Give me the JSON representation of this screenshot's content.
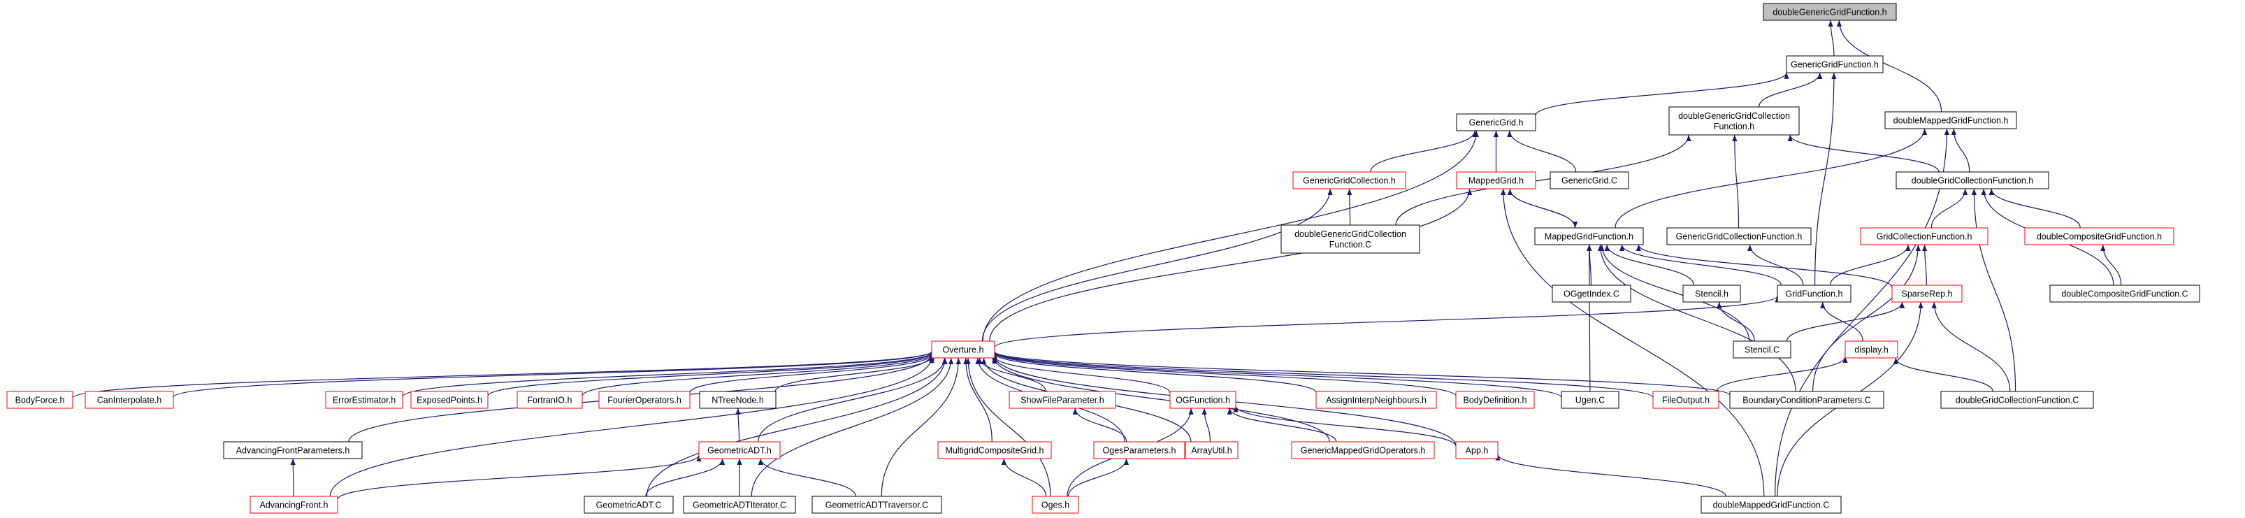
{
  "colors": {
    "edge": "#191970",
    "border_normal": "#000000",
    "border_truncated": "#ff0000",
    "fill_root": "#bfbfbf",
    "fill_normal": "#ffffff"
  },
  "nodes": [
    {
      "id": "root",
      "lines": [
        "doubleGenericGridFunction.h"
      ],
      "style": "root"
    },
    {
      "id": "ggf",
      "lines": [
        "GenericGridFunction.h"
      ],
      "style": "normal"
    },
    {
      "id": "dmgf",
      "lines": [
        "doubleMappedGridFunction.h"
      ],
      "style": "normal"
    },
    {
      "id": "gg",
      "lines": [
        "GenericGrid.h"
      ],
      "style": "normal"
    },
    {
      "id": "dggcf",
      "lines": [
        "doubleGenericGridCollection",
        "Function.h"
      ],
      "style": "normal"
    },
    {
      "id": "ggc",
      "lines": [
        "GenericGridCollection.h"
      ],
      "style": "truncated"
    },
    {
      "id": "mg",
      "lines": [
        "MappedGrid.h"
      ],
      "style": "truncated"
    },
    {
      "id": "ggC",
      "lines": [
        "GenericGrid.C"
      ],
      "style": "normal"
    },
    {
      "id": "dgcf",
      "lines": [
        "doubleGridCollectionFunction.h"
      ],
      "style": "normal"
    },
    {
      "id": "dggcfC",
      "lines": [
        "doubleGenericGridCollection",
        "Function.C"
      ],
      "style": "normal"
    },
    {
      "id": "mgf",
      "lines": [
        "MappedGridFunction.h"
      ],
      "style": "normal"
    },
    {
      "id": "gencf",
      "lines": [
        "GenericGridCollectionFunction.h"
      ],
      "style": "normal"
    },
    {
      "id": "gcf",
      "lines": [
        "GridCollectionFunction.h"
      ],
      "style": "truncated"
    },
    {
      "id": "dcgf",
      "lines": [
        "doubleCompositeGridFunction.h"
      ],
      "style": "truncated"
    },
    {
      "id": "ogi",
      "lines": [
        "OGgetIndex.C"
      ],
      "style": "normal"
    },
    {
      "id": "sth",
      "lines": [
        "Stencil.h"
      ],
      "style": "normal"
    },
    {
      "id": "gfh",
      "lines": [
        "GridFunction.h"
      ],
      "style": "normal"
    },
    {
      "id": "sr",
      "lines": [
        "SparseRep.h"
      ],
      "style": "truncated"
    },
    {
      "id": "dcgfC",
      "lines": [
        "doubleCompositeGridFunction.C"
      ],
      "style": "normal"
    },
    {
      "id": "stC",
      "lines": [
        "Stencil.C"
      ],
      "style": "normal"
    },
    {
      "id": "disp",
      "lines": [
        "display.h"
      ],
      "style": "truncated"
    },
    {
      "id": "ov",
      "lines": [
        "Overture.h"
      ],
      "style": "truncated"
    },
    {
      "id": "bf",
      "lines": [
        "BodyForce.h"
      ],
      "style": "truncated"
    },
    {
      "id": "ci",
      "lines": [
        "CanInterpolate.h"
      ],
      "style": "truncated"
    },
    {
      "id": "ee",
      "lines": [
        "ErrorEstimator.h"
      ],
      "style": "truncated"
    },
    {
      "id": "ep",
      "lines": [
        "ExposedPoints.h"
      ],
      "style": "truncated"
    },
    {
      "id": "fio",
      "lines": [
        "FortranIO.h"
      ],
      "style": "truncated"
    },
    {
      "id": "fo",
      "lines": [
        "FourierOperators.h"
      ],
      "style": "truncated"
    },
    {
      "id": "ntn",
      "lines": [
        "NTreeNode.h"
      ],
      "style": "normal"
    },
    {
      "id": "sfp",
      "lines": [
        "ShowFileParameter.h"
      ],
      "style": "truncated"
    },
    {
      "id": "ogf",
      "lines": [
        "OGFunction.h"
      ],
      "style": "truncated"
    },
    {
      "id": "ain",
      "lines": [
        "AssignInterpNeighbours.h"
      ],
      "style": "truncated"
    },
    {
      "id": "bd",
      "lines": [
        "BodyDefinition.h"
      ],
      "style": "truncated"
    },
    {
      "id": "ugC",
      "lines": [
        "Ugen.C"
      ],
      "style": "normal"
    },
    {
      "id": "fout",
      "lines": [
        "FileOutput.h"
      ],
      "style": "truncated"
    },
    {
      "id": "bcp",
      "lines": [
        "BoundaryConditionParameters.C"
      ],
      "style": "normal"
    },
    {
      "id": "dgcfC",
      "lines": [
        "doubleGridCollectionFunction.C"
      ],
      "style": "normal"
    },
    {
      "id": "afp",
      "lines": [
        "AdvancingFrontParameters.h"
      ],
      "style": "normal"
    },
    {
      "id": "gadt",
      "lines": [
        "GeometricADT.h"
      ],
      "style": "truncated"
    },
    {
      "id": "mcg",
      "lines": [
        "MultigridCompositeGrid.h"
      ],
      "style": "truncated"
    },
    {
      "id": "ogp",
      "lines": [
        "OgesParameters.h"
      ],
      "style": "truncated"
    },
    {
      "id": "au",
      "lines": [
        "ArrayUtil.h"
      ],
      "style": "truncated"
    },
    {
      "id": "gmgo",
      "lines": [
        "GenericMappedGridOperators.h"
      ],
      "style": "truncated"
    },
    {
      "id": "app",
      "lines": [
        "App.h"
      ],
      "style": "truncated"
    },
    {
      "id": "af",
      "lines": [
        "AdvancingFront.h"
      ],
      "style": "truncated"
    },
    {
      "id": "gadtC",
      "lines": [
        "GeometricADT.C"
      ],
      "style": "normal"
    },
    {
      "id": "gadti",
      "lines": [
        "GeometricADTIterator.C"
      ],
      "style": "normal"
    },
    {
      "id": "gadtt",
      "lines": [
        "GeometricADTTraversor.C"
      ],
      "style": "normal"
    },
    {
      "id": "oges",
      "lines": [
        "Oges.h"
      ],
      "style": "truncated"
    },
    {
      "id": "dmgfC",
      "lines": [
        "doubleMappedGridFunction.C"
      ],
      "style": "normal"
    }
  ],
  "edges": [
    [
      "ggf",
      "root"
    ],
    [
      "dmgf",
      "root"
    ],
    [
      "gg",
      "ggf"
    ],
    [
      "dggcf",
      "ggf"
    ],
    [
      "gfh",
      "ggf"
    ],
    [
      "mgf",
      "dmgf"
    ],
    [
      "dgcf",
      "dmgf"
    ],
    [
      "dmgfC",
      "dmgf"
    ],
    [
      "ggc",
      "gg"
    ],
    [
      "mg",
      "gg"
    ],
    [
      "ggC",
      "gg"
    ],
    [
      "ov",
      "gg"
    ],
    [
      "dggcfC",
      "dggcf"
    ],
    [
      "gencf",
      "dggcf"
    ],
    [
      "dgcf",
      "dggcf"
    ],
    [
      "dggcfC",
      "ggc"
    ],
    [
      "ov",
      "ggc"
    ],
    [
      "mgf",
      "mg"
    ],
    [
      "ov",
      "mg"
    ],
    [
      "dmgfC",
      "mg"
    ],
    [
      "gcf",
      "dgcf"
    ],
    [
      "dcgf",
      "dgcf"
    ],
    [
      "dcgfC",
      "dgcf"
    ],
    [
      "dgcfC",
      "dgcf"
    ],
    [
      "mg",
      "mgf"
    ],
    [
      "ogi",
      "mgf"
    ],
    [
      "sth",
      "mgf"
    ],
    [
      "gfh",
      "mgf"
    ],
    [
      "sr",
      "mgf"
    ],
    [
      "stC",
      "mgf"
    ],
    [
      "ugC",
      "mgf"
    ],
    [
      "bcp",
      "mgf"
    ],
    [
      "gfh",
      "gencf"
    ],
    [
      "gfh",
      "gcf"
    ],
    [
      "sr",
      "gcf"
    ],
    [
      "bcp",
      "gcf"
    ],
    [
      "dcgfC",
      "dcgf"
    ],
    [
      "stC",
      "sth"
    ],
    [
      "ov",
      "gfh"
    ],
    [
      "disp",
      "gfh"
    ],
    [
      "stC",
      "sr"
    ],
    [
      "dgcfC",
      "sr"
    ],
    [
      "dmgfC",
      "sr"
    ],
    [
      "fout",
      "disp"
    ],
    [
      "dgcfC",
      "disp"
    ],
    [
      "bf",
      "ov"
    ],
    [
      "ci",
      "ov"
    ],
    [
      "ee",
      "ov"
    ],
    [
      "ep",
      "ov"
    ],
    [
      "fio",
      "ov"
    ],
    [
      "fo",
      "ov"
    ],
    [
      "ntn",
      "ov"
    ],
    [
      "sfp",
      "ov"
    ],
    [
      "ogf",
      "ov"
    ],
    [
      "ain",
      "ov"
    ],
    [
      "bd",
      "ov"
    ],
    [
      "ugC",
      "ov"
    ],
    [
      "fout",
      "ov"
    ],
    [
      "bcp",
      "ov"
    ],
    [
      "afp",
      "ov"
    ],
    [
      "af",
      "ov"
    ],
    [
      "gadt",
      "ov"
    ],
    [
      "gadtC",
      "ov"
    ],
    [
      "gadti",
      "ov"
    ],
    [
      "gadtt",
      "ov"
    ],
    [
      "mcg",
      "ov"
    ],
    [
      "ogp",
      "ov"
    ],
    [
      "au",
      "ov"
    ],
    [
      "gmgo",
      "ov"
    ],
    [
      "app",
      "ov"
    ],
    [
      "oges",
      "ov"
    ],
    [
      "gadt",
      "ntn"
    ],
    [
      "ogp",
      "sfp"
    ],
    [
      "au",
      "ogf"
    ],
    [
      "gmgo",
      "ogf"
    ],
    [
      "app",
      "ogf"
    ],
    [
      "oges",
      "ogf"
    ],
    [
      "af",
      "afp"
    ],
    [
      "af",
      "gadt"
    ],
    [
      "gadtC",
      "gadt"
    ],
    [
      "gadti",
      "gadt"
    ],
    [
      "gadtt",
      "gadt"
    ],
    [
      "oges",
      "mcg"
    ],
    [
      "oges",
      "ogp"
    ],
    [
      "dmgfC",
      "app"
    ]
  ]
}
